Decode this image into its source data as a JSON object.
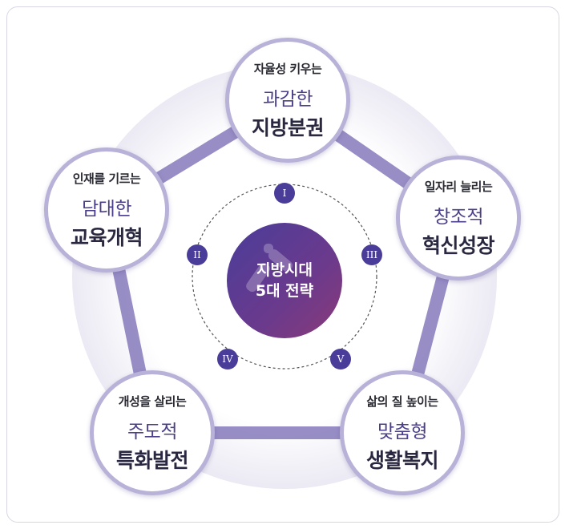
{
  "center": {
    "line1": "지방시대",
    "line2": "5대 전략"
  },
  "badges": [
    "I",
    "II",
    "III",
    "IV",
    "V"
  ],
  "nodes": [
    {
      "sub": "자율성 키우는",
      "mid": "과감한",
      "main": "지방분권"
    },
    {
      "sub": "일자리 늘리는",
      "mid": "창조적",
      "main": "혁신성장"
    },
    {
      "sub": "삶의 질 높이는",
      "mid": "맞춤형",
      "main": "생활복지"
    },
    {
      "sub": "개성을 살리는",
      "mid": "주도적",
      "main": "특화발전"
    },
    {
      "sub": "인재를 기르는",
      "mid": "담대한",
      "main": "교육개혁"
    }
  ],
  "colors": {
    "accent": "#4a3d9a",
    "ring": "#b9b2d8"
  }
}
